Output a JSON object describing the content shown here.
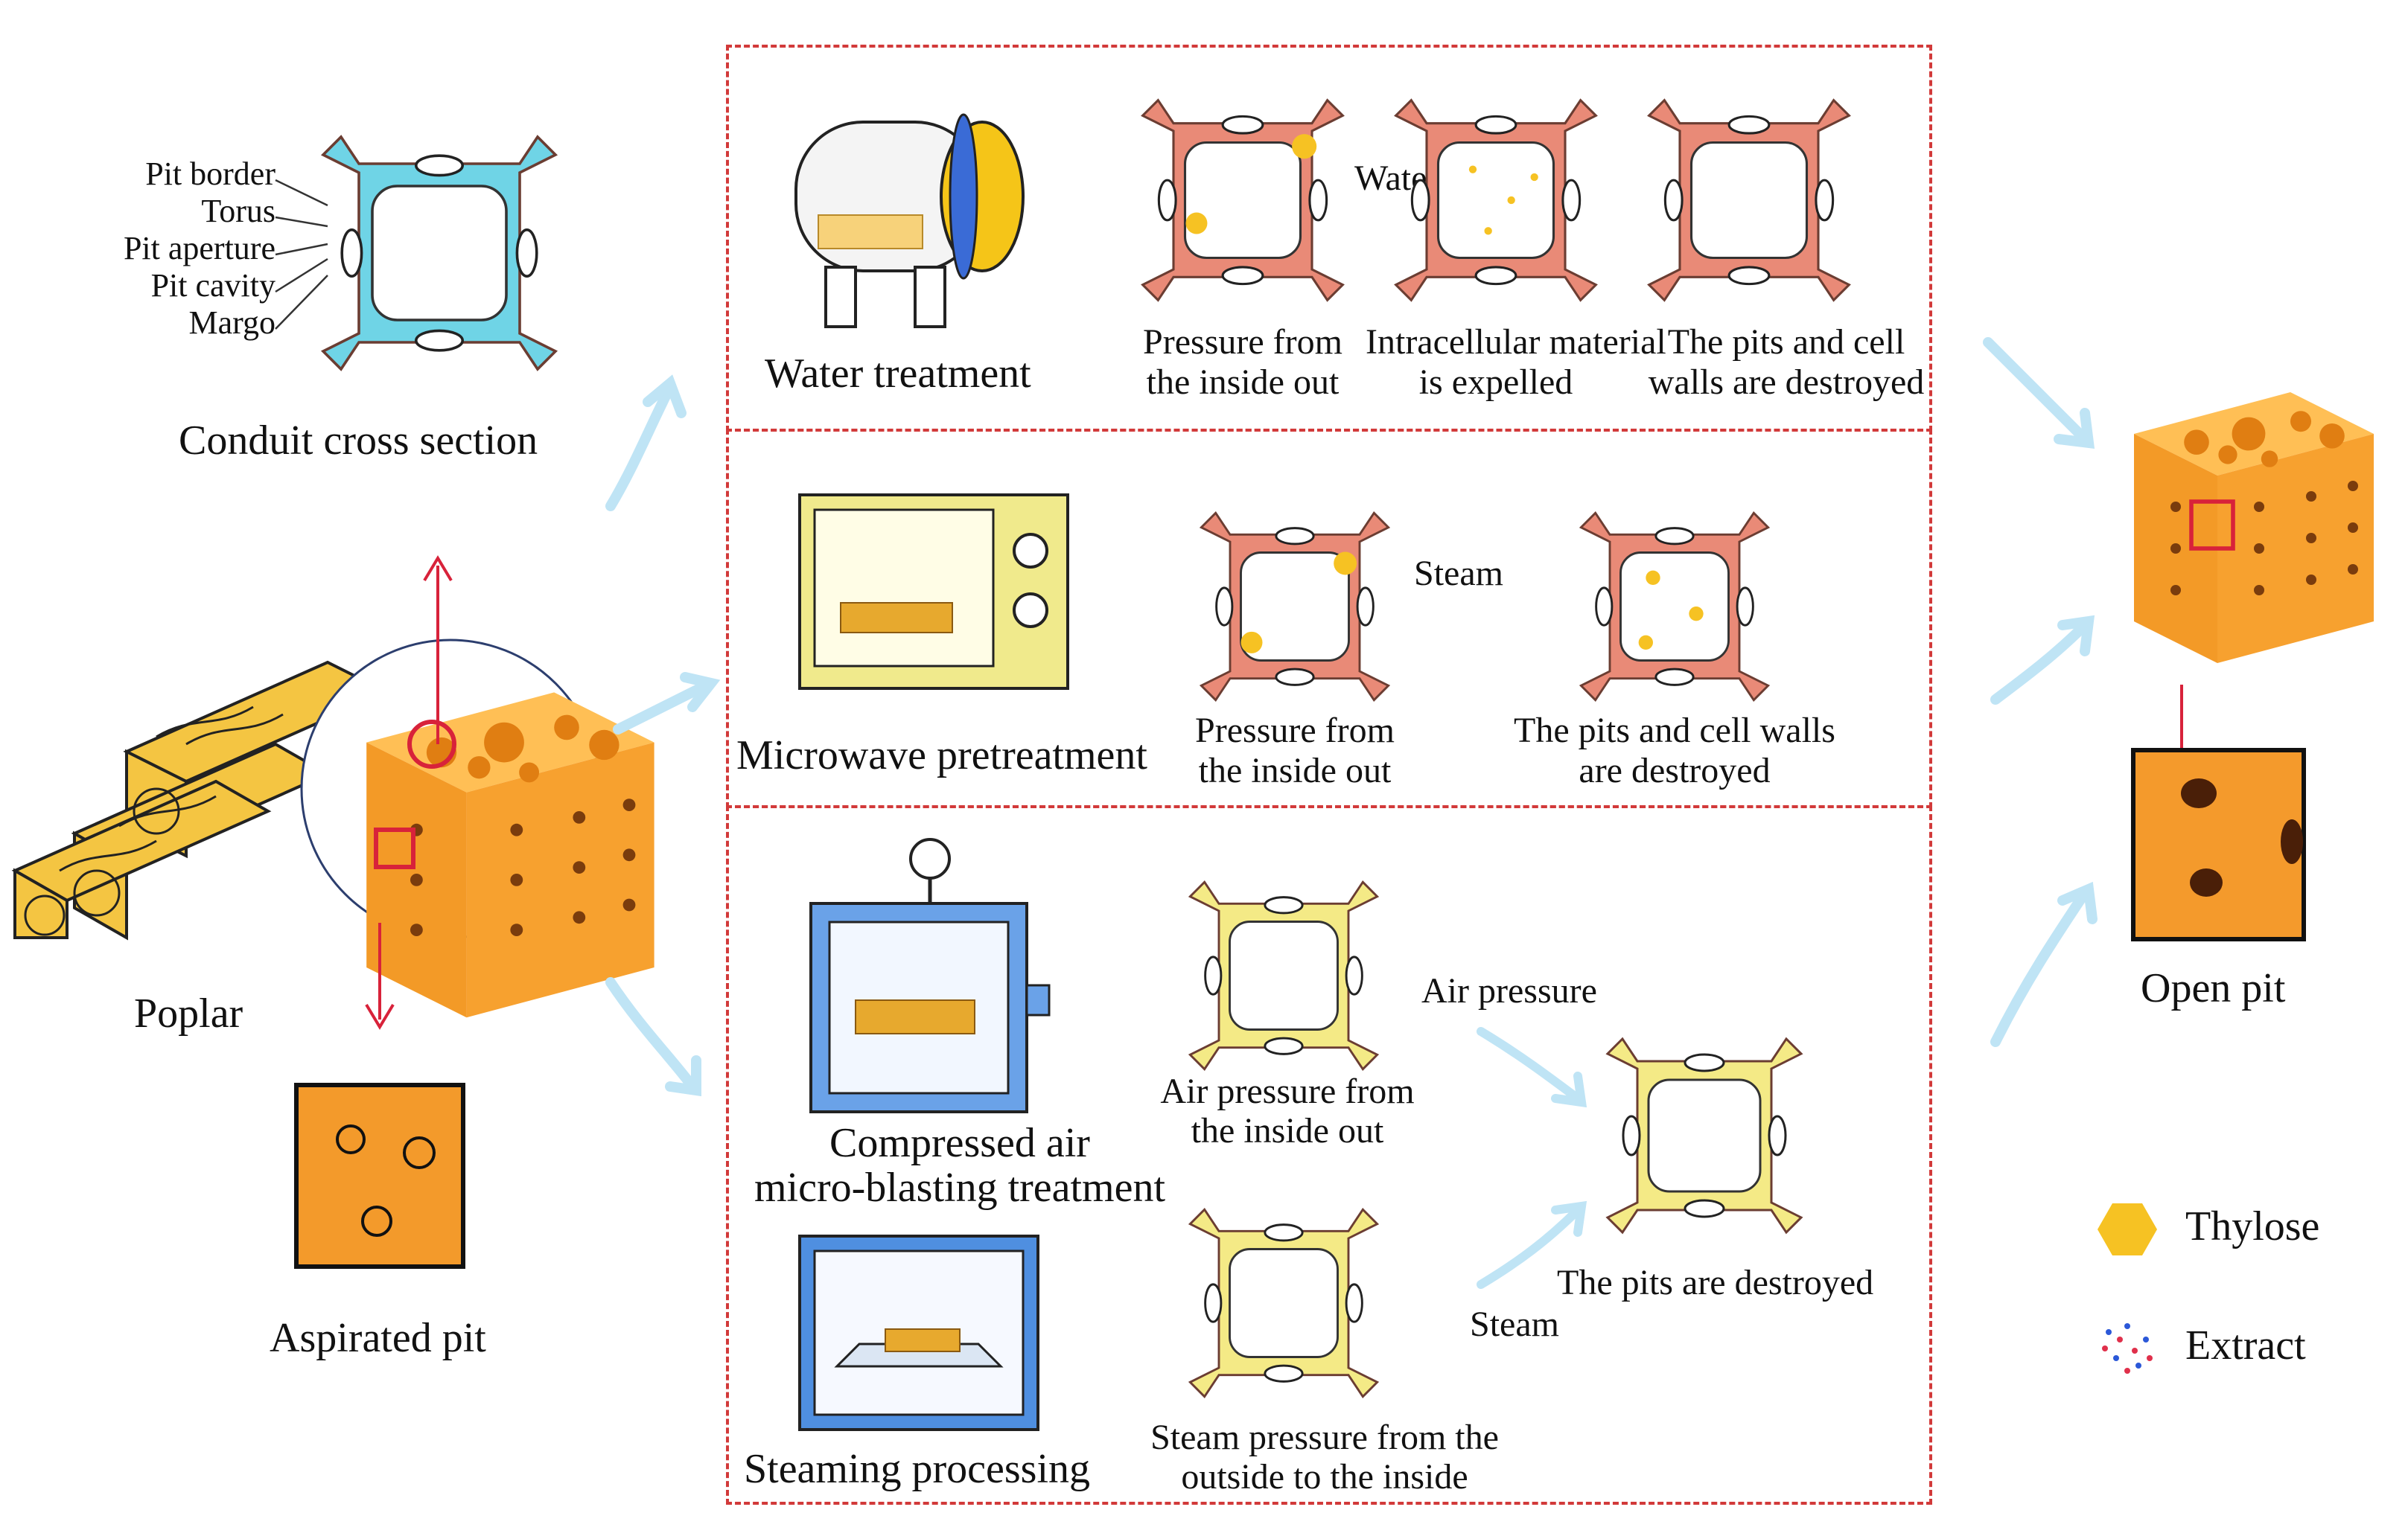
{
  "left": {
    "conduit": {
      "title": "Conduit cross section",
      "labels": [
        "Pit border",
        "Torus",
        "Pit aperture",
        "Pit cavity",
        "Margo"
      ]
    },
    "poplar_label": "Poplar",
    "aspirated_label": "Aspirated pit"
  },
  "panels": {
    "water": {
      "title": "Water treatment",
      "medium": "Water",
      "steps": [
        [
          "Pressure from",
          "the inside out"
        ],
        [
          "Intracellular material",
          "is expelled"
        ],
        [
          "The pits and cell",
          "walls are destroyed"
        ]
      ]
    },
    "microwave": {
      "title": "Microwave pretreatment",
      "medium": "Steam",
      "steps": [
        [
          "Pressure from",
          "the inside out"
        ],
        [
          "The pits and cell walls",
          "are destroyed"
        ]
      ]
    },
    "air": {
      "title_lines": [
        "Compressed air",
        "micro-blasting treatment"
      ],
      "medium": "Air pressure",
      "step": [
        "Air pressure from",
        "the inside out"
      ]
    },
    "steaming": {
      "title": "Steaming processing",
      "medium": "Steam",
      "step": [
        "Steam pressure from the",
        "outside to the inside"
      ]
    },
    "shared_result": "The pits are destroyed"
  },
  "right": {
    "open_pit_label": "Open pit"
  },
  "legend": {
    "items": [
      {
        "label": "Thylose",
        "icon": "thylose-icon"
      },
      {
        "label": "Extract",
        "icon": "extract-icon"
      }
    ]
  },
  "colors": {
    "panel_border": "#d23a3a",
    "wood_orange": "#f7a12f",
    "cell_wall_blue": "#6fd4e6",
    "cell_wall_red": "#e98a77",
    "cell_wall_yellow": "#f4ea86",
    "arrow_blue": "#bfe4f5",
    "thylose_yellow": "#f6c223"
  }
}
